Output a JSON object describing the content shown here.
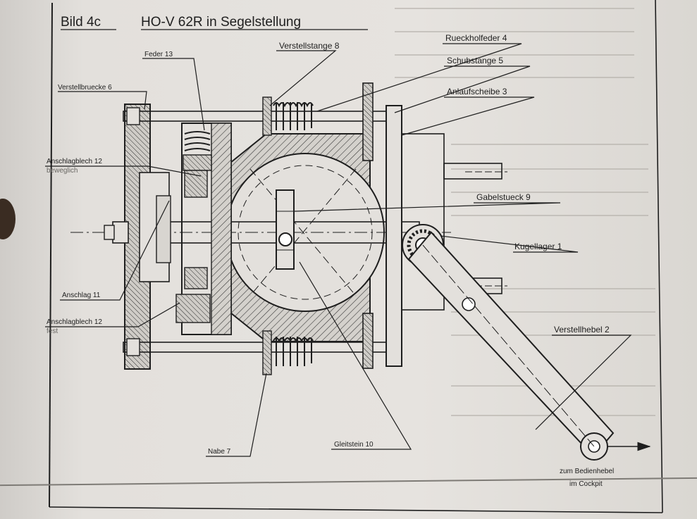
{
  "figure": {
    "number": "Bild 4c",
    "title": "HO-V 62R in Segelstellung"
  },
  "labels": {
    "feder": "Feder 13",
    "verstellstange": "Verstellstange 8",
    "rueckholfeder": "Rueckholfeder 4",
    "schubstange": "Schubstange 5",
    "anlaufscheibe": "Anlaufscheibe 3",
    "verstellbruecke": "Verstellbruecke 6",
    "anschlagblech_beweglich_1": "Anschlagblech 12",
    "anschlagblech_beweglich_2": "beweglich",
    "gabelstueck": "Gabelstueck 9",
    "kugellager": "Kugellager 1",
    "anschlag": "Anschlag 11",
    "anschlagblech_fest_1": "Anschlagblech 12",
    "anschlagblech_fest_2": "fest",
    "verstellhebel": "Verstellhebel 2",
    "nabe": "Nabe 7",
    "gleitstein": "Gleitstein 10",
    "bedienhebel_1": "zum Bedienhebel",
    "bedienhebel_2": "im Cockpit"
  },
  "colors": {
    "ink": "#1e1e1e",
    "paper": "#e5e2de",
    "faint_text": "#8d8a85"
  }
}
